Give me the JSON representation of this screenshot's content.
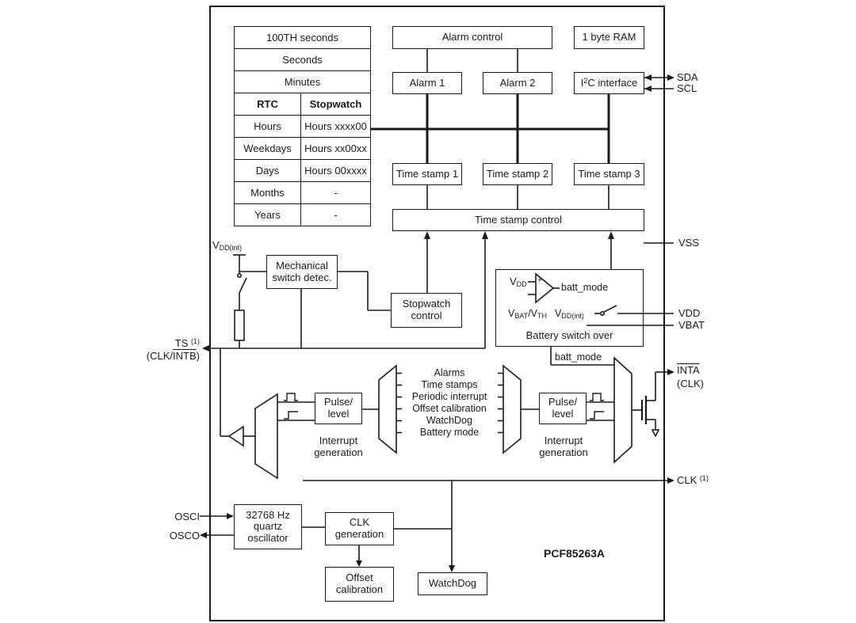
{
  "chip": {
    "name": "PCF85263A"
  },
  "table": {
    "full_rows": [
      "100TH seconds",
      "Seconds",
      "Minutes"
    ],
    "header": {
      "rtc": "RTC",
      "stopwatch": "Stopwatch"
    },
    "rows": [
      {
        "rtc": "Hours",
        "sw": "Hours xxxx00"
      },
      {
        "rtc": "Weekdays",
        "sw": "Hours xx00xx"
      },
      {
        "rtc": "Days",
        "sw": "Hours 00xxxx"
      },
      {
        "rtc": "Months",
        "sw": "-"
      },
      {
        "rtc": "Years",
        "sw": "-"
      }
    ]
  },
  "blocks": {
    "alarm_control": "Alarm control",
    "ram": "1 byte RAM",
    "alarm1": "Alarm 1",
    "alarm2": "Alarm 2",
    "i2c_pre": "I",
    "i2c_sup": "2",
    "i2c_post": "C interface",
    "time_stamp_1": "Time stamp 1",
    "time_stamp_2": "Time stamp 2",
    "time_stamp_3": "Time stamp 3",
    "time_stamp_control": "Time stamp control",
    "mech_switch": "Mechanical switch detec.",
    "stopwatch_control": "Stopwatch control",
    "oscillator": "32768 Hz quartz oscillator",
    "clk_generation": "CLK generation",
    "offset_calibration": "Offset calibration",
    "watchdog": "WatchDog"
  },
  "interrupt": {
    "pulse_level_line1": "Pulse/",
    "pulse_level_line2": "level",
    "generation": "Interrupt generation",
    "sources": [
      "Alarms",
      "Time stamps",
      "Periodic interrupt",
      "Offset calibration",
      "WatchDog",
      "Battery mode"
    ],
    "batt_mode": "batt_mode"
  },
  "battery": {
    "caption": "Battery switch over",
    "vdd_base": "V",
    "vdd_sub": "DD",
    "plus": "+",
    "batt_mode": "batt_mode",
    "vbat_base": "V",
    "vbat_sub": "BAT",
    "vth_base": "/V",
    "vth_sub": "TH",
    "vddint_base": "V",
    "vddint_sub": "DD(int)"
  },
  "supply": {
    "vddint_base": "V",
    "vddint_sub": "DD(int)"
  },
  "pins": {
    "sda": "SDA",
    "scl": "SCL",
    "vss": "VSS",
    "vdd": "VDD",
    "vbat": "VBAT",
    "inta": "INTA",
    "inta_mode": "(CLK)",
    "clk": "CLK",
    "clk_sup": "(1)",
    "ts": "TS",
    "ts_sup": "(1)",
    "ts_alt_pre": "(CLK/",
    "ts_alt_over": "INTB",
    "ts_alt_post": ")",
    "osci": "OSCI",
    "osco": "OSCO"
  }
}
